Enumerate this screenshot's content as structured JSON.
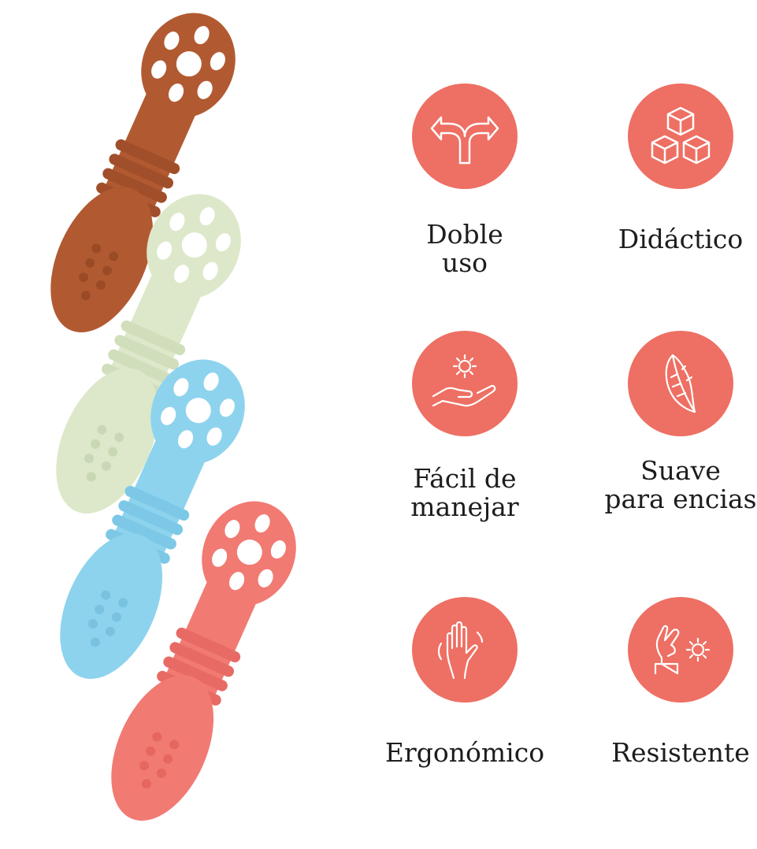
{
  "accent_color": "#EE6F63",
  "spoon_colors": [
    "#B15A32",
    "#DCE8C9",
    "#8DD3EE",
    "#F17A73"
  ],
  "features": [
    {
      "icon": "split-arrows-icon",
      "label_lines": [
        "Doble",
        "uso"
      ]
    },
    {
      "icon": "cubes-icon",
      "label_lines": [
        "Didáctico"
      ]
    },
    {
      "icon": "hand-gear-icon",
      "label_lines": [
        "Fácil de",
        "manejar"
      ]
    },
    {
      "icon": "feather-icon",
      "label_lines": [
        "Suave",
        "para encias"
      ]
    },
    {
      "icon": "waving-hand-icon",
      "label_lines": [
        "Ergonómico"
      ]
    },
    {
      "icon": "ok-hand-gear-icon",
      "label_lines": [
        "Resistente"
      ]
    }
  ]
}
